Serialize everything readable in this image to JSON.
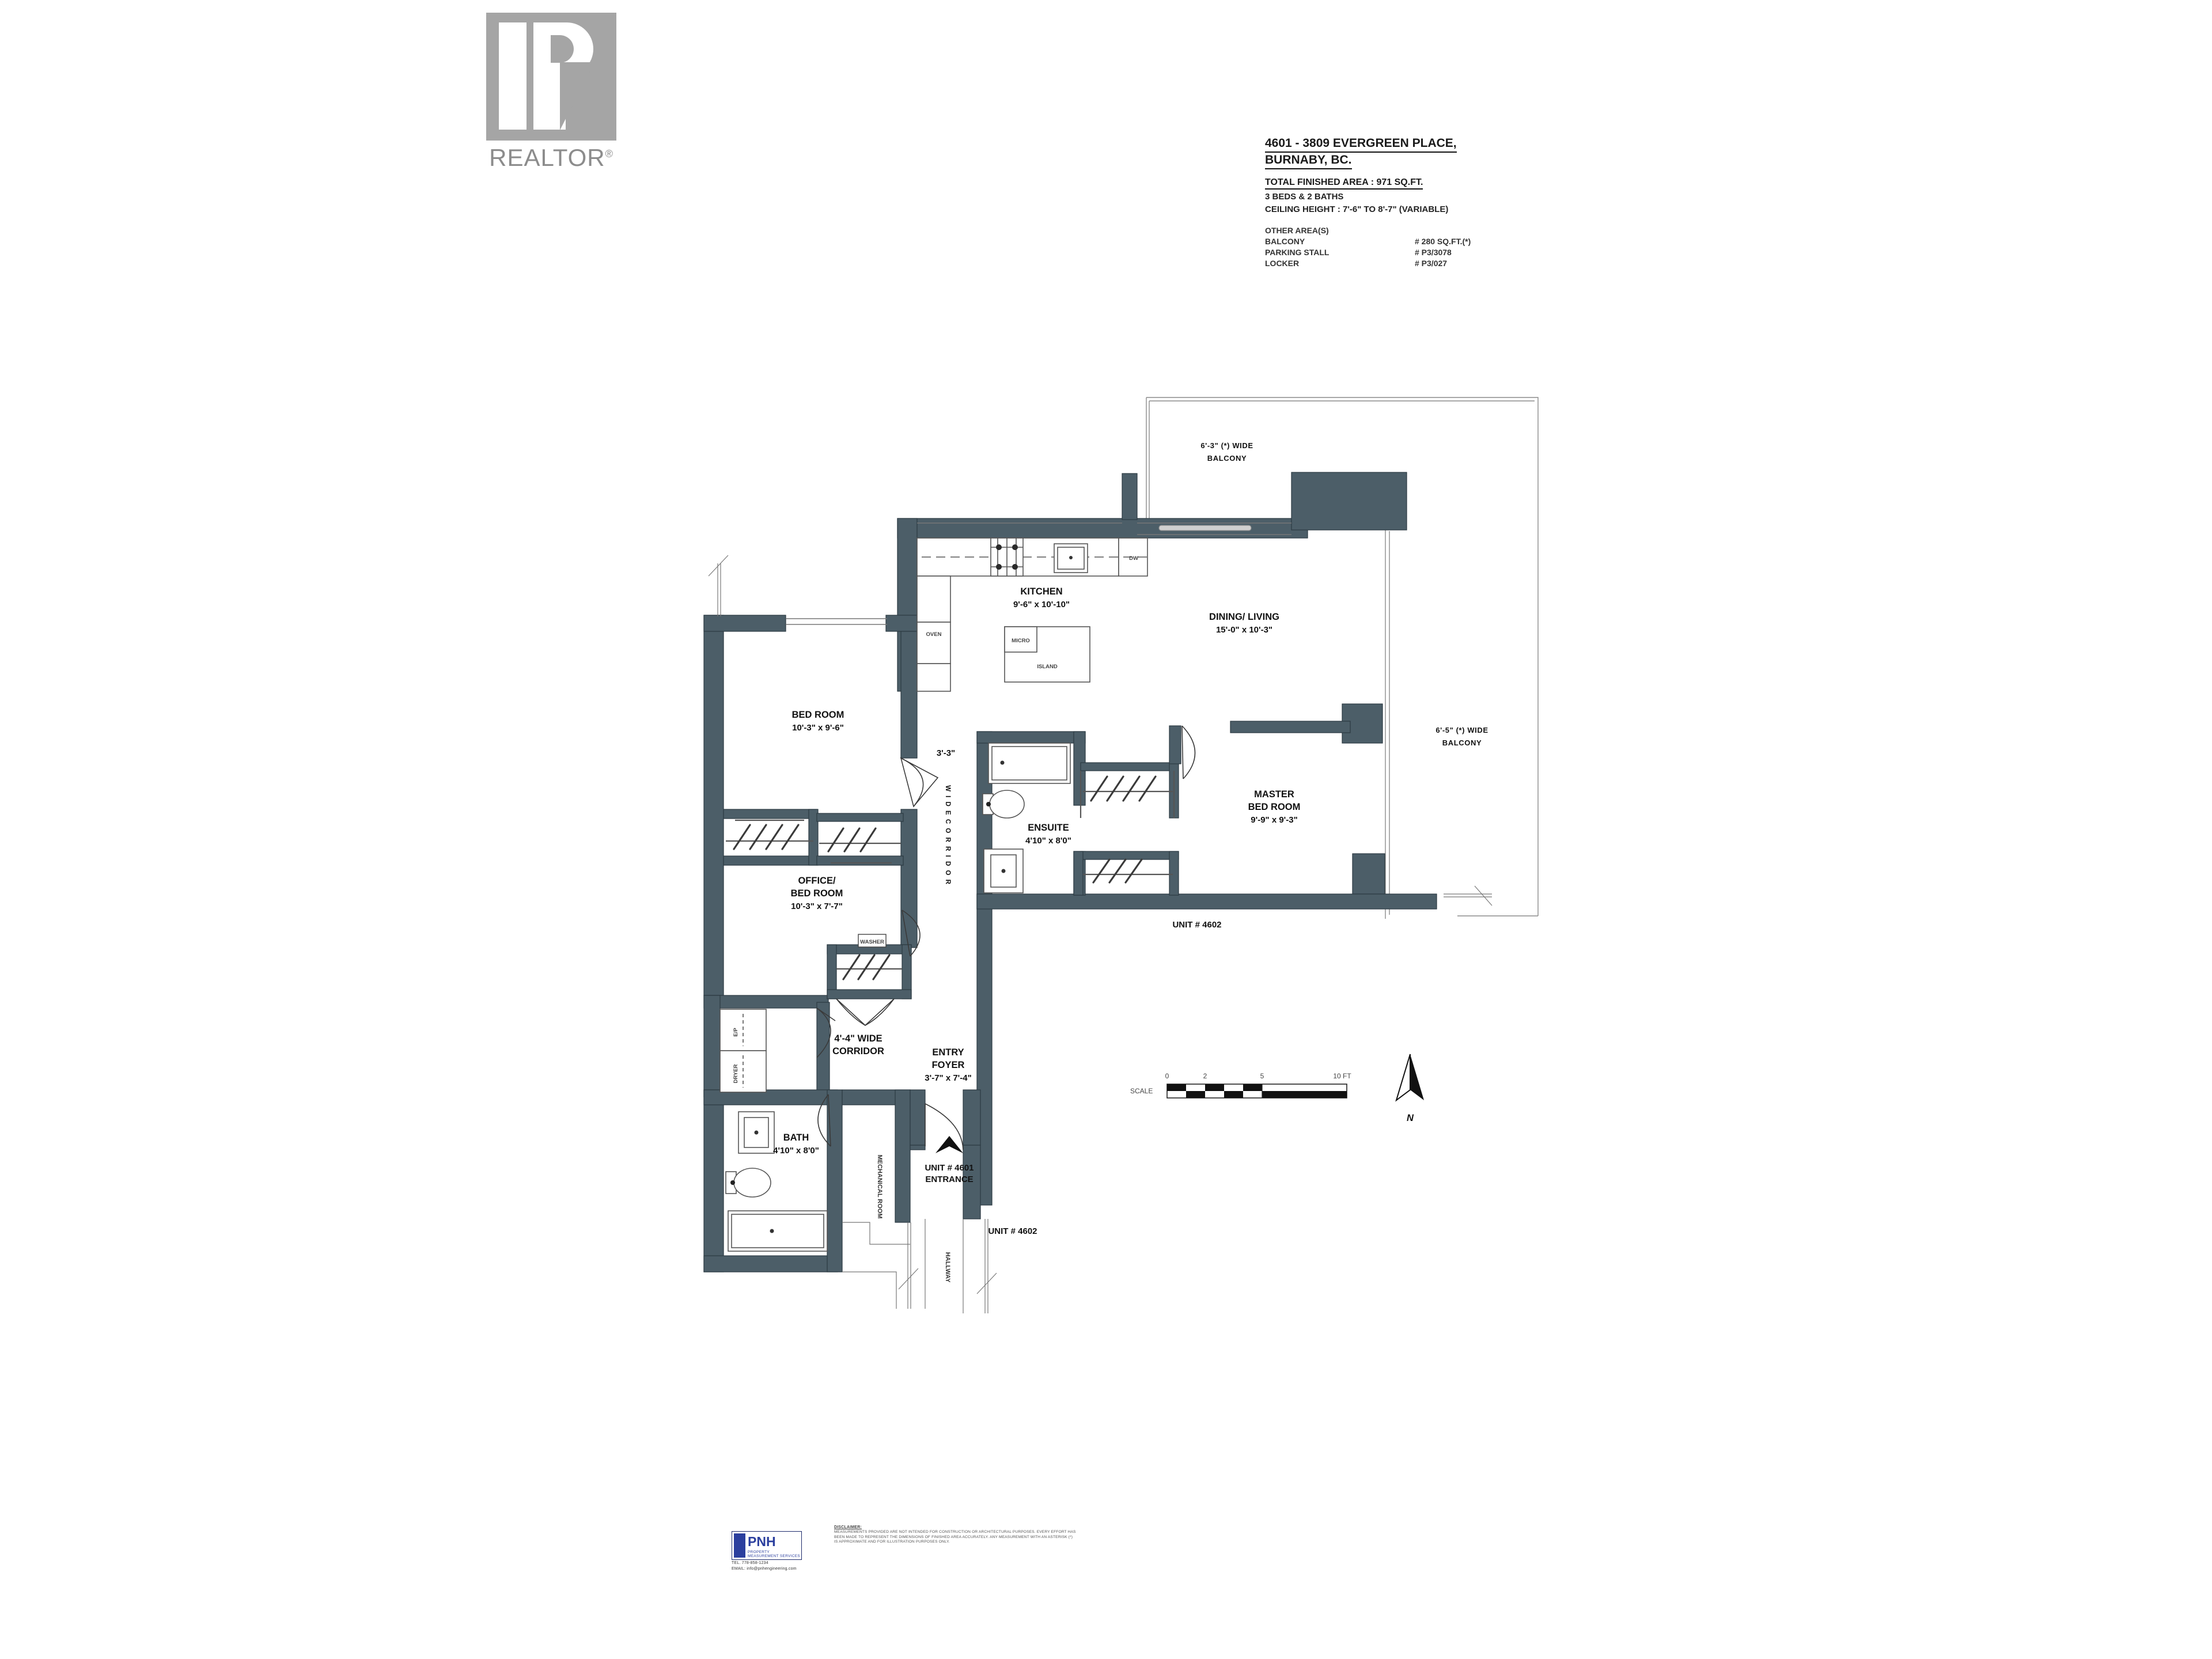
{
  "logo": {
    "brand": "REALTOR",
    "registered_mark": "®"
  },
  "header": {
    "address_line1": "4601 - 3809 EVERGREEN PLACE,",
    "address_line2": "BURNABY, BC.",
    "total_area": "TOTAL FINISHED AREA : 971 SQ.FT.",
    "beds_baths": "3 BEDS & 2 BATHS",
    "ceiling_height": "CEILING HEIGHT : 7'-6\" TO 8'-7\" (VARIABLE)",
    "other_areas_title": "OTHER AREA(S)",
    "other_areas": [
      {
        "label": "BALCONY",
        "value": "# 280 SQ.FT.(*)"
      },
      {
        "label": "PARKING STALL",
        "value": "# P3/3078"
      },
      {
        "label": "LOCKER",
        "value": "# P3/027"
      }
    ]
  },
  "plan": {
    "rooms": [
      {
        "id": "kitchen",
        "name": "KITCHEN",
        "dims": "9'-6\" x 10'-10\""
      },
      {
        "id": "dining",
        "name": "DINING/ LIVING",
        "dims": "15'-0\" x 10'-3\""
      },
      {
        "id": "bedroom",
        "name": "BED ROOM",
        "dims": "10'-3\" x 9'-6\""
      },
      {
        "id": "office",
        "name": "OFFICE/",
        "name2": "BED ROOM",
        "dims": "10'-3\" x 7'-7\""
      },
      {
        "id": "master",
        "name": "MASTER",
        "name2": "BED ROOM",
        "dims": "9'-9\" x 9'-3\""
      },
      {
        "id": "ensuite",
        "name": "ENSUITE",
        "dims": "4'10\" x 8'0\""
      },
      {
        "id": "bath",
        "name": "BATH",
        "dims": "4'10\" x 8'0\""
      },
      {
        "id": "foyer",
        "name": "ENTRY",
        "name2": "FOYER",
        "dims": "3'-7\" x 7'-4\""
      }
    ],
    "balconies": [
      {
        "id": "balcony-top",
        "line1": "6'-3\" (*)  WIDE",
        "line2": "BALCONY"
      },
      {
        "id": "balcony-right",
        "line1": "6'-5\" (*)  WIDE",
        "line2": "BALCONY"
      }
    ],
    "corridors": [
      {
        "id": "corridor-upper",
        "dim": "3'-3\"",
        "label": "W I D E   C O R R I D O R"
      },
      {
        "id": "corridor-lower",
        "line1": "4'-4\"  WIDE",
        "line2": "CORRIDOR"
      }
    ],
    "appliances": [
      {
        "id": "oven",
        "label": "OVEN"
      },
      {
        "id": "dishwasher",
        "label": "DW"
      },
      {
        "id": "micro",
        "label": "MICRO"
      },
      {
        "id": "island",
        "label": "ISLAND"
      },
      {
        "id": "washer",
        "label": "WASHER"
      },
      {
        "id": "dryer",
        "label": "DRYER"
      },
      {
        "id": "panel",
        "label": "E/P"
      }
    ],
    "annotations": [
      {
        "id": "mechanical-room",
        "label": "MECHANICAL ROOM"
      },
      {
        "id": "hallway",
        "label": "HALLWAY"
      },
      {
        "id": "unit-4602-right",
        "label": "UNIT # 4602"
      },
      {
        "id": "unit-4602-bottom",
        "label": "UNIT # 4602"
      },
      {
        "id": "unit-entrance",
        "line1": "UNIT # 4601",
        "line2": "ENTRANCE"
      }
    ],
    "scale": {
      "label": "SCALE",
      "ticks": [
        "0",
        "2",
        "5",
        "10 FT"
      ]
    },
    "compass": {
      "label": "N"
    },
    "colors": {
      "wall": "#4c5e68",
      "wall_stroke": "#2c3a42",
      "thin_line": "#6d6d6d",
      "text": "#111111"
    }
  },
  "footer": {
    "company": "PNH",
    "company_sub": "PROPERTY MEASUREMENT SERVICES",
    "tel": "TEL. 778-858-1234",
    "email": "EMAIL: info@pnhengineering.com",
    "disclaimer_title": "DISCLAIMER:",
    "disclaimer_body": "MEASUREMENTS PROVIDED ARE NOT INTENDED FOR CONSTRUCTION OR ARCHITECTURAL PURPOSES. EVERY EFFORT HAS BEEN MADE TO REPRESENT THE DIMENSIONS OF FINISHED AREA ACCURATELY. ANY MEASUREMENT WITH AN ASTERISK (*) IS APPROXIMATE AND FOR ILLUSTRATION PURPOSES ONLY."
  }
}
